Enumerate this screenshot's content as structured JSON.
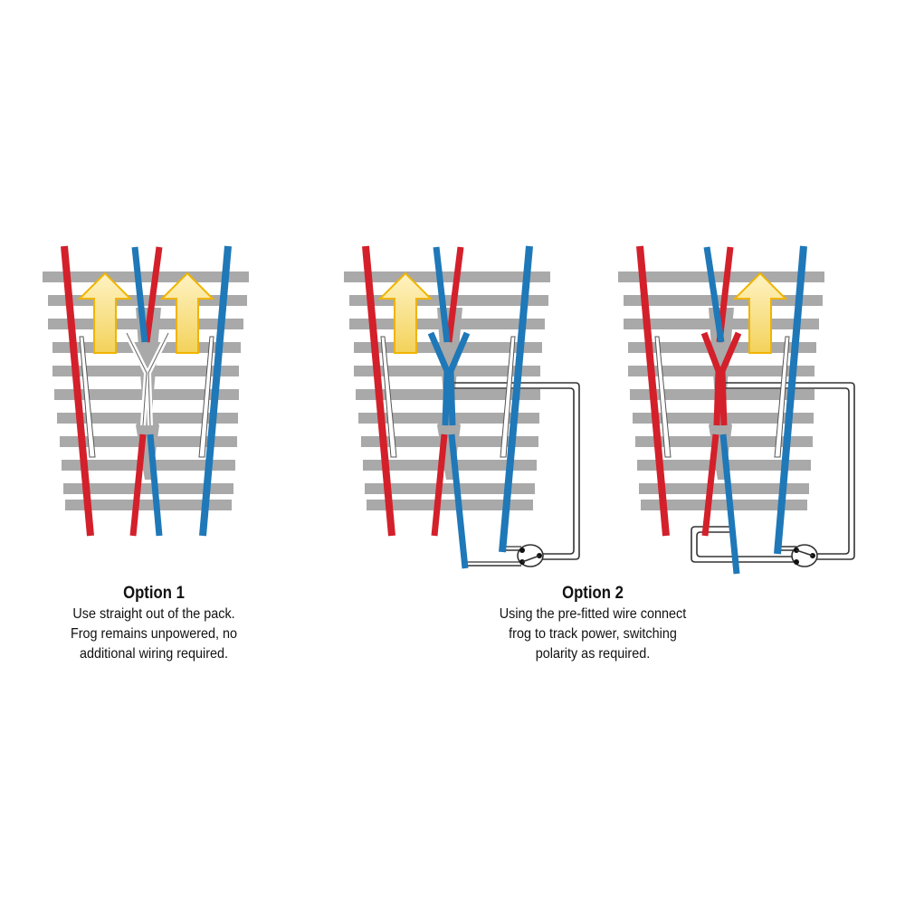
{
  "colors": {
    "sleeper": "#a9a9a9",
    "rail_red": "#d3202b",
    "rail_blue": "#1f78b8",
    "arrow_fill": "#f4d76b",
    "arrow_stroke": "#f0b400",
    "wire": "#333333",
    "background": "#ffffff"
  },
  "diagrams": [
    {
      "id": "option-1-turnout",
      "frog": "unpowered",
      "wired": false
    },
    {
      "id": "option-2-turnout-a",
      "frog": "blue",
      "wired": true
    },
    {
      "id": "option-2-turnout-b",
      "frog": "red",
      "wired": true
    }
  ],
  "option1": {
    "title": "Option 1",
    "lines": [
      "Use straight out of the pack.",
      "Frog remains unpowered, no",
      "additional wiring required."
    ]
  },
  "option2": {
    "title": "Option 2",
    "lines": [
      "Using the pre-fitted wire connect",
      "frog to track power, switching",
      "polarity as required."
    ]
  }
}
